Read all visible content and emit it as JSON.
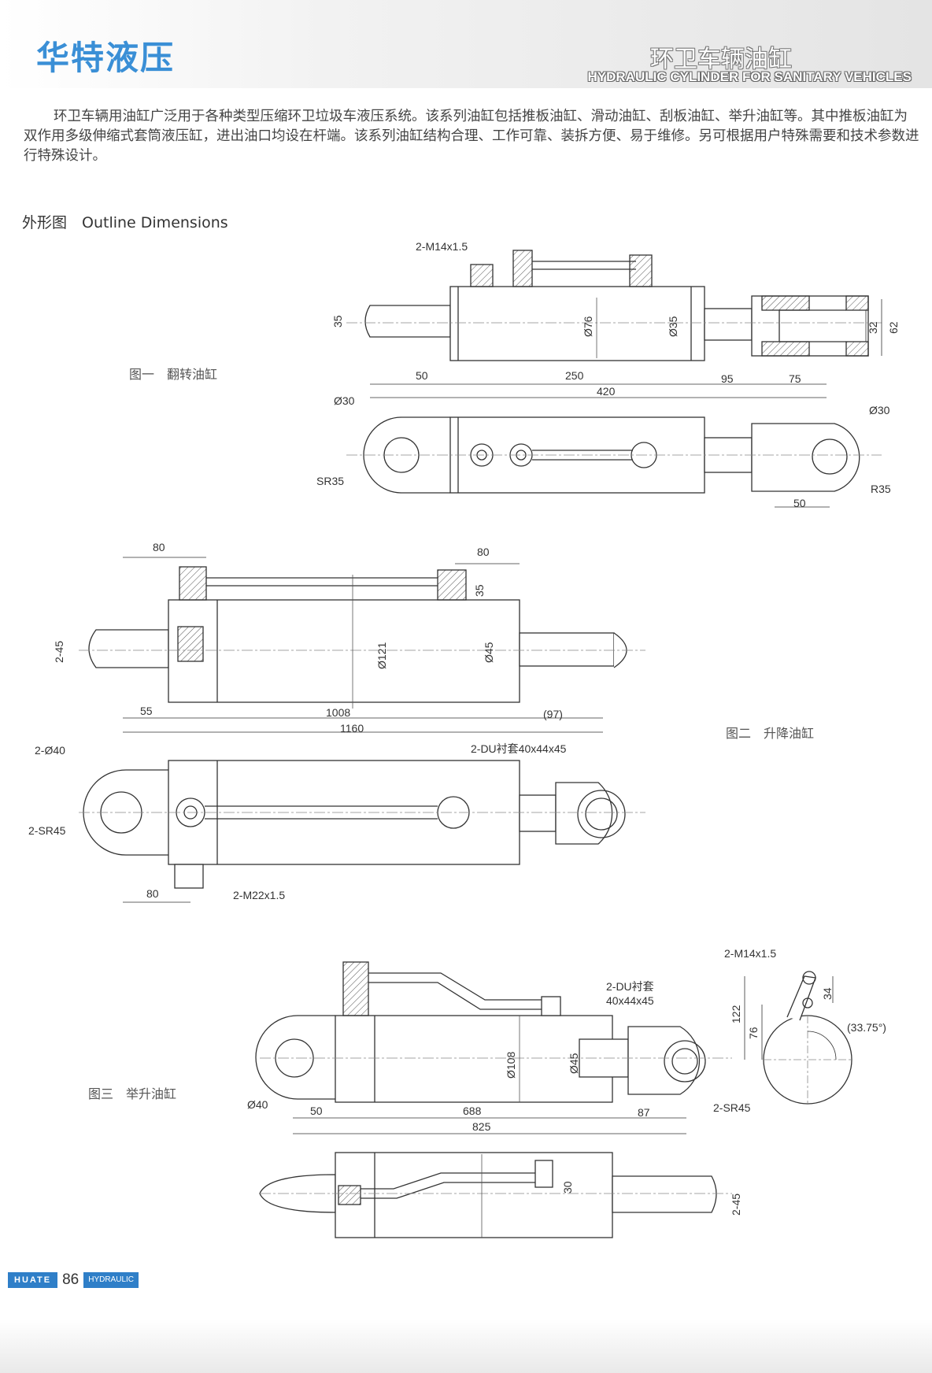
{
  "header": {
    "brand": "华特液压",
    "section_title": "环卫车辆油缸",
    "section_subtitle": "HYDRAULIC CYLINDER FOR SANITARY VEHICLES"
  },
  "intro_text": "环卫车辆用油缸广泛用于各种类型压缩环卫垃圾车液压系统。该系列油缸包括推板油缸、滑动油缸、刮板油缸、举升油缸等。其中推板油缸为双作用多级伸缩式套筒液压缸，进出油口均设在杆端。该系列油缸结构合理、工作可靠、装拆方便、易于维修。另可根据用户特殊需要和技术参数进行特殊设计。",
  "outline_heading": "外形图　Outline Dimensions",
  "figures": [
    {
      "caption": "图一　翻转油缸",
      "dims": {
        "port": "2-M14x1.5",
        "rod_dia": "35",
        "bore": "Ø76",
        "rod": "Ø35",
        "clevis_inner": "32",
        "clevis_outer": "62",
        "d1": "50",
        "d2": "250",
        "d3": "95",
        "d4": "75",
        "total": "420",
        "pin_left": "Ø30",
        "pin_right": "Ø30",
        "sr": "SR35",
        "r": "R35",
        "d5": "50"
      }
    },
    {
      "caption": "图二　升降油缸",
      "dims": {
        "top_left": "80",
        "top_right": "80",
        "port_h": "35",
        "pin_dia": "2-45",
        "bore": "Ø121",
        "rod": "Ø45",
        "d1": "55",
        "d2": "1008",
        "d3": "(97)",
        "total": "1160",
        "pin_holes": "2-Ø40",
        "sr": "2-SR45",
        "bushing": "2-DU衬套40x44x45",
        "d4": "80",
        "port": "2-M22x1.5"
      }
    },
    {
      "caption": "图三　举升油缸",
      "dims": {
        "port": "2-M14x1.5",
        "bushing_line1": "2-DU衬套",
        "bushing_line2": "40x44x45",
        "bore": "Ø108",
        "rod": "Ø45",
        "pin": "Ø40",
        "sr": "2-SR45",
        "d1": "50",
        "d2": "688",
        "d3": "87",
        "total": "825",
        "h1": "122",
        "h2": "76",
        "h3": "34",
        "angle": "(33.75°)",
        "port_h": "30",
        "pin_dia": "2-45"
      }
    }
  ],
  "footer": {
    "brand": "HUATE",
    "page": "86",
    "label": "HYDRAULIC"
  }
}
